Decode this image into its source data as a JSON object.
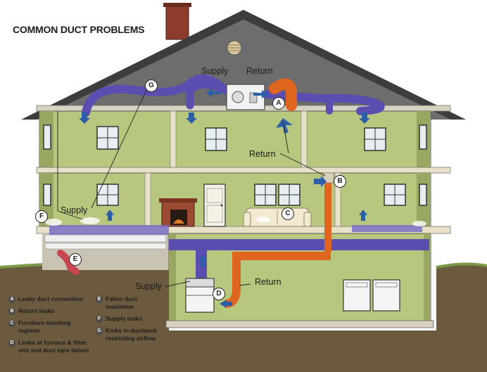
{
  "title": "COMMON DUCT PROBLEMS",
  "labels": {
    "supply_attic": "Supply",
    "return_attic": "Return",
    "return_upper": "Return",
    "supply_main": "Supply",
    "supply_basement": "Supply",
    "return_basement": "Return"
  },
  "badges": {
    "a": "A",
    "b": "B",
    "c": "C",
    "d": "D",
    "e": "E",
    "f": "F",
    "g": "G"
  },
  "legend": [
    {
      "letter": "A",
      "text": "Leaky duct connection"
    },
    {
      "letter": "B",
      "text": "Return leaks"
    },
    {
      "letter": "C",
      "text": "Furniture blocking register"
    },
    {
      "letter": "D",
      "text": "Leaks at furnace & filter slot and duct tape failure"
    },
    {
      "letter": "E",
      "text": "Fallen duct insulation"
    },
    {
      "letter": "F",
      "text": "Supply leaks"
    },
    {
      "letter": "G",
      "text": "Kinks in ductwork restricting airflow"
    }
  ],
  "colors": {
    "wall": "#b8c77e",
    "roof": "#4f4f4f",
    "supply_duct": "#5a4fb0",
    "return_duct": "#e0661f",
    "ground": "#6b5a3e",
    "arrow": "#2c5fa8"
  }
}
